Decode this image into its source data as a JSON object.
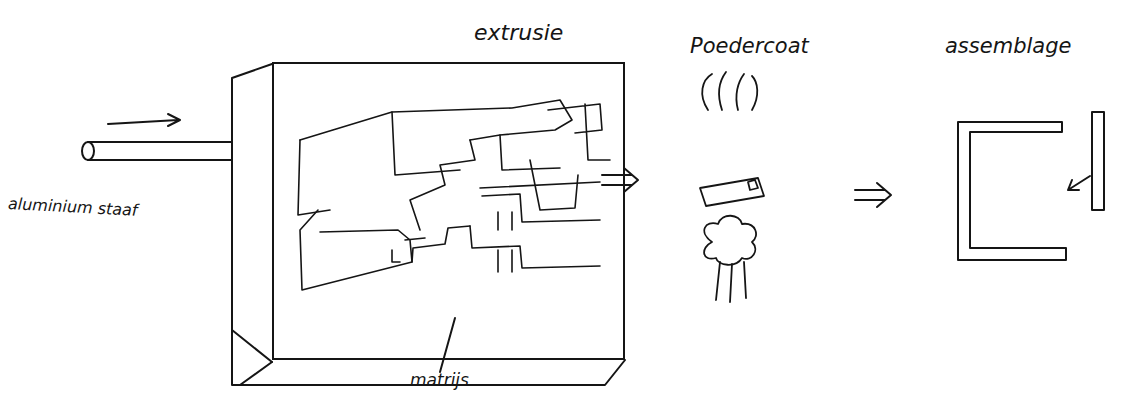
{
  "diagram": {
    "nodes": [
      {
        "text": [
          "extrusie"
        ]
      }
    ],
    "labels": [
      "aluminium staaf",
      "matrijs",
      "Poedercoat",
      "assemblage"
    ]
  }
}
